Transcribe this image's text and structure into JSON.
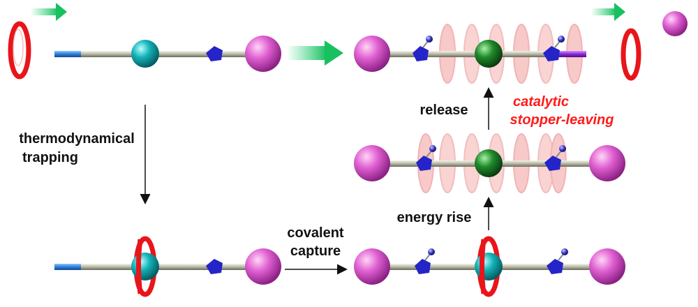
{
  "labels": {
    "thermo_line1": "thermodynamical",
    "thermo_line2": "trapping",
    "covalent_line1": "covalent",
    "covalent_line2": "capture",
    "energy_rise": "energy rise",
    "release": "release",
    "catalytic_line1": "catalytic",
    "catalytic_line2": "stopper-leaving"
  },
  "colors": {
    "ring": "#e8151b",
    "axle": "#c8c8b4",
    "stopper": "#d040c8",
    "station_cyan": "#13b3b8",
    "station_green": "#1f8a2a",
    "pentagon": "#2424c8",
    "axle_end_blue": "#2c7ed8",
    "arrow_green": "#2ed47a",
    "label_red": "#ff1a1a"
  }
}
